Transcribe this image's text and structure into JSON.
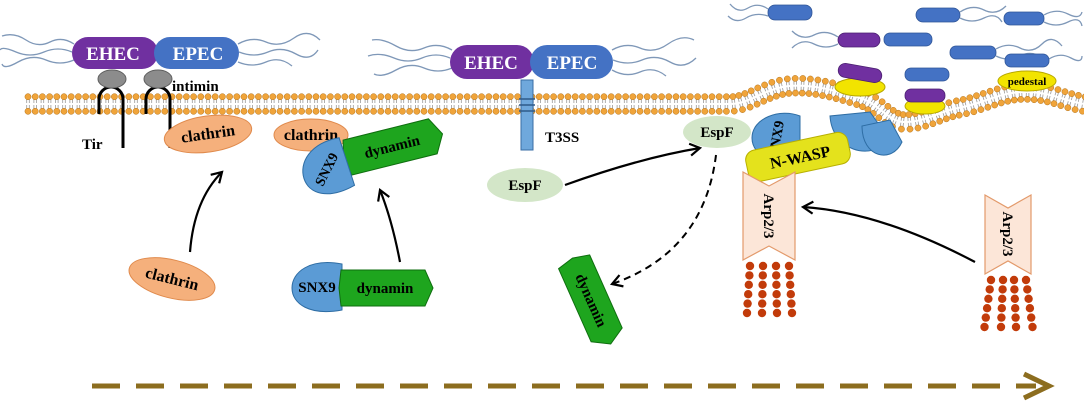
{
  "figure": {
    "left_bacterium": {
      "strain_1": "EHEC",
      "strain_2": "EPEC"
    },
    "middle_bacterium": {
      "strain_1": "EHEC",
      "strain_2": "EPEC"
    },
    "labels": {
      "intimin": "intimin",
      "tir": "Tir",
      "clathrin_at_membrane": "clathrin",
      "clathrin_cytosolic": "clathrin",
      "clathrin_in_complex": "clathrin",
      "snx9_in_complex": "SNX9",
      "dynamin_in_complex": "dynamin",
      "snx9_cytosolic": "SNX9",
      "dynamin_cytosolic": "dynamin",
      "t3ss": "T3SS",
      "espf_cytosolic": "EspF",
      "espf_bound": "EspF",
      "dynamin_released": "dynamin",
      "snx9_pedestal": "SNX9",
      "nwasp": "N-WASP",
      "arp23_bound": "Arp2/3",
      "arp23_cytosolic": "Arp2/3",
      "pedestal": "pedestal"
    }
  },
  "colors": {
    "ehec": "#7030A0",
    "epec": "#4472C4",
    "intimin": "#8C8C8C",
    "clathrin": "#F5B07C",
    "snx9": "#5B9BD5",
    "dynamin": "#1EA51E",
    "espf": "#D3E6C8",
    "t3ss": "#6FA8DC",
    "nwasp": "#E4E21C",
    "arp23": "#FCE6D8",
    "actin": "#C23B0A",
    "pedestal": "#F2E400",
    "membrane_head": "#F0A43A",
    "timeline_arrow": "#8C6D1F"
  }
}
